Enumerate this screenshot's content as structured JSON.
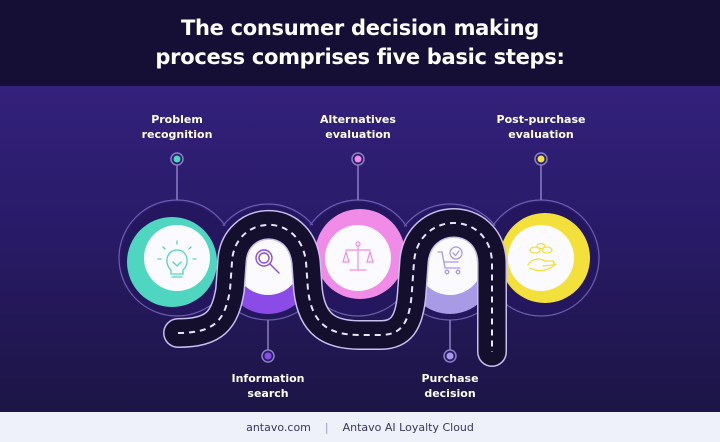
{
  "title": {
    "line1": "The consumer decision making",
    "line2": "process comprises five basic steps:"
  },
  "steps": [
    {
      "line1": "Problem",
      "line2": "recognition",
      "icon": "lightbulb-icon",
      "color": "#4fd6c0",
      "position": "top"
    },
    {
      "line1": "Information",
      "line2": "search",
      "icon": "magnifier-icon",
      "color": "#8a4be6",
      "position": "bottom"
    },
    {
      "line1": "Alternatives",
      "line2": "evaluation",
      "icon": "scales-icon",
      "color": "#f08ce8",
      "position": "top"
    },
    {
      "line1": "Purchase",
      "line2": "decision",
      "icon": "cart-check-icon",
      "color": "#a99ae6",
      "position": "bottom"
    },
    {
      "line1": "Post-purchase",
      "line2": "evaluation",
      "icon": "hand-coins-icon",
      "color": "#f3e03a",
      "position": "top"
    }
  ],
  "footer": {
    "site": "antavo.com",
    "separator": "|",
    "brand": "Antavo AI Loyalty Cloud"
  },
  "colors": {
    "header_bg": "#150f35",
    "main_top": "#33217b",
    "main_bottom": "#1c1545",
    "road": "#150f2e",
    "footer_bg": "#eef0fa"
  }
}
